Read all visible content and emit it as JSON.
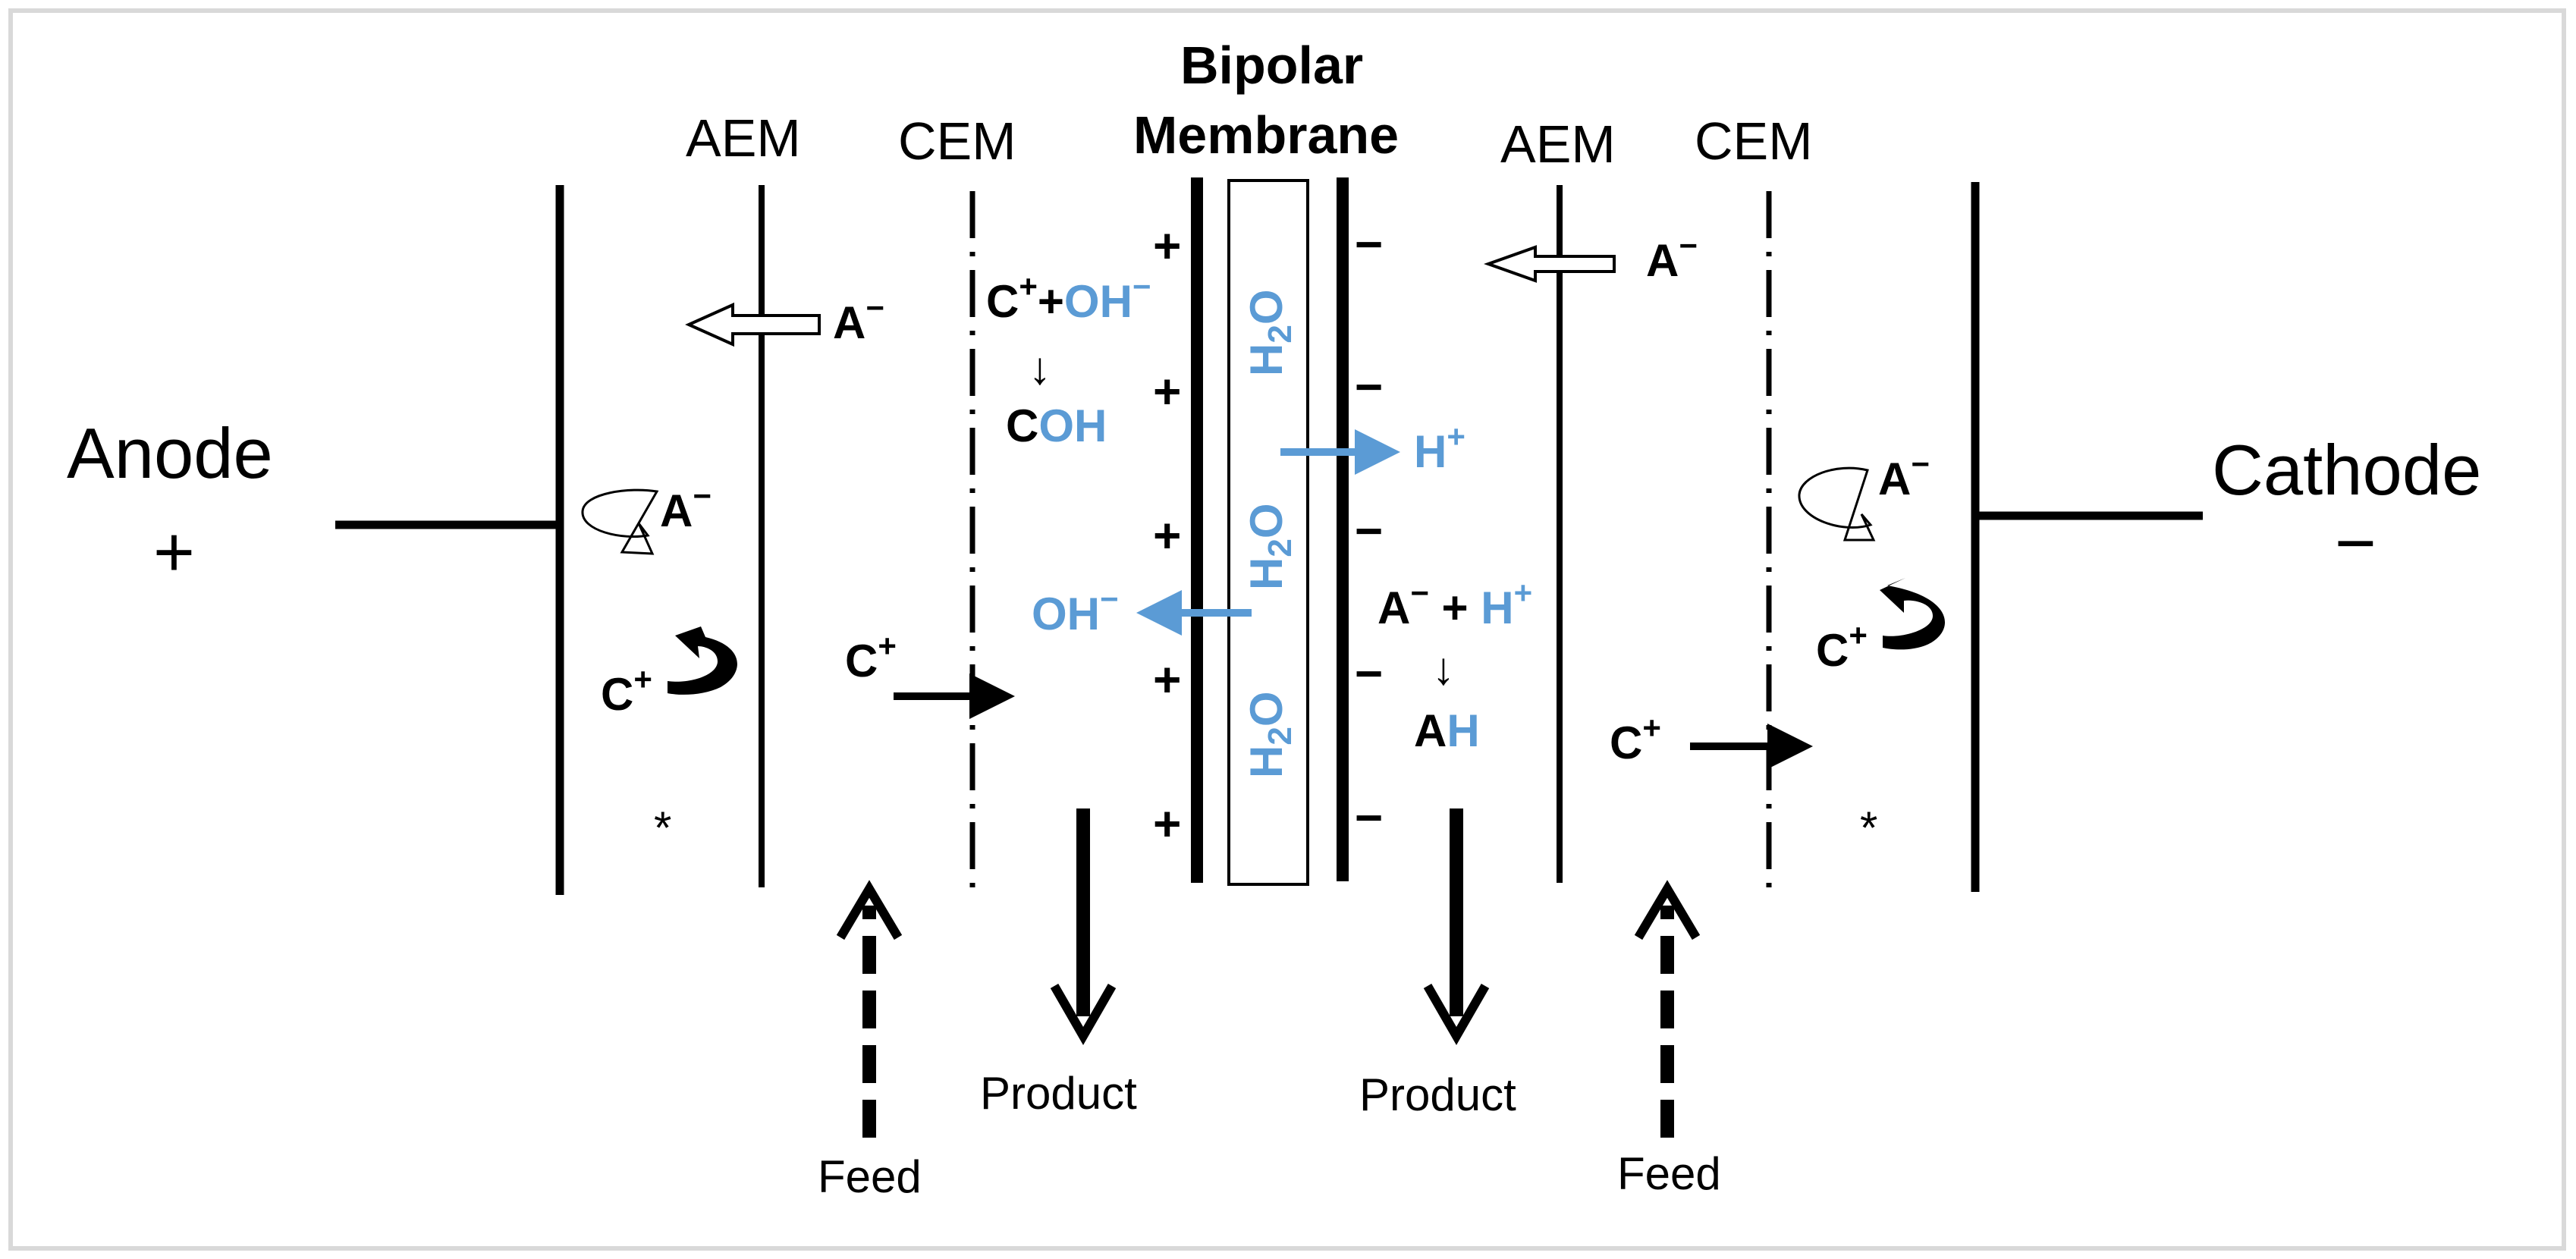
{
  "electrodes": {
    "anode": {
      "label": "Anode",
      "sign": "+"
    },
    "cathode": {
      "label": "Cathode",
      "sign": "−"
    }
  },
  "membranes": {
    "left_aem": "AEM",
    "left_cem": "CEM",
    "bipolar_line1": "Bipolar",
    "bipolar_line2": "Membrane",
    "right_aem": "AEM",
    "right_cem": "CEM"
  },
  "bipolar_charges": {
    "left": [
      "+",
      "+",
      "+",
      "+",
      "+"
    ],
    "right": [
      "−",
      "−",
      "−",
      "−",
      "−"
    ]
  },
  "species": {
    "anion_base": "A",
    "minus_sup": "−",
    "cation_base": "C",
    "plus_sup": "+",
    "water_h": "H",
    "water_sub": "2",
    "water_o": "O",
    "hydroxide": "OH",
    "proton": "H",
    "acid_a": "A",
    "acid_h": "H",
    "base_c": "C",
    "base_oh": "OH",
    "plus_sign": "+",
    "down_arrow": "↓",
    "asterisk": "*"
  },
  "flows": {
    "left_feed": "Feed",
    "left_product": "Product",
    "right_product": "Product",
    "right_feed": "Feed"
  },
  "colors": {
    "blue": "#5b9bd5",
    "black": "#000000",
    "frame": "#d9d9d9"
  },
  "icons": [
    "hollow-arrow-icon",
    "curved-arrow-icon",
    "solid-arrow-icon",
    "dashed-arrow-icon"
  ]
}
